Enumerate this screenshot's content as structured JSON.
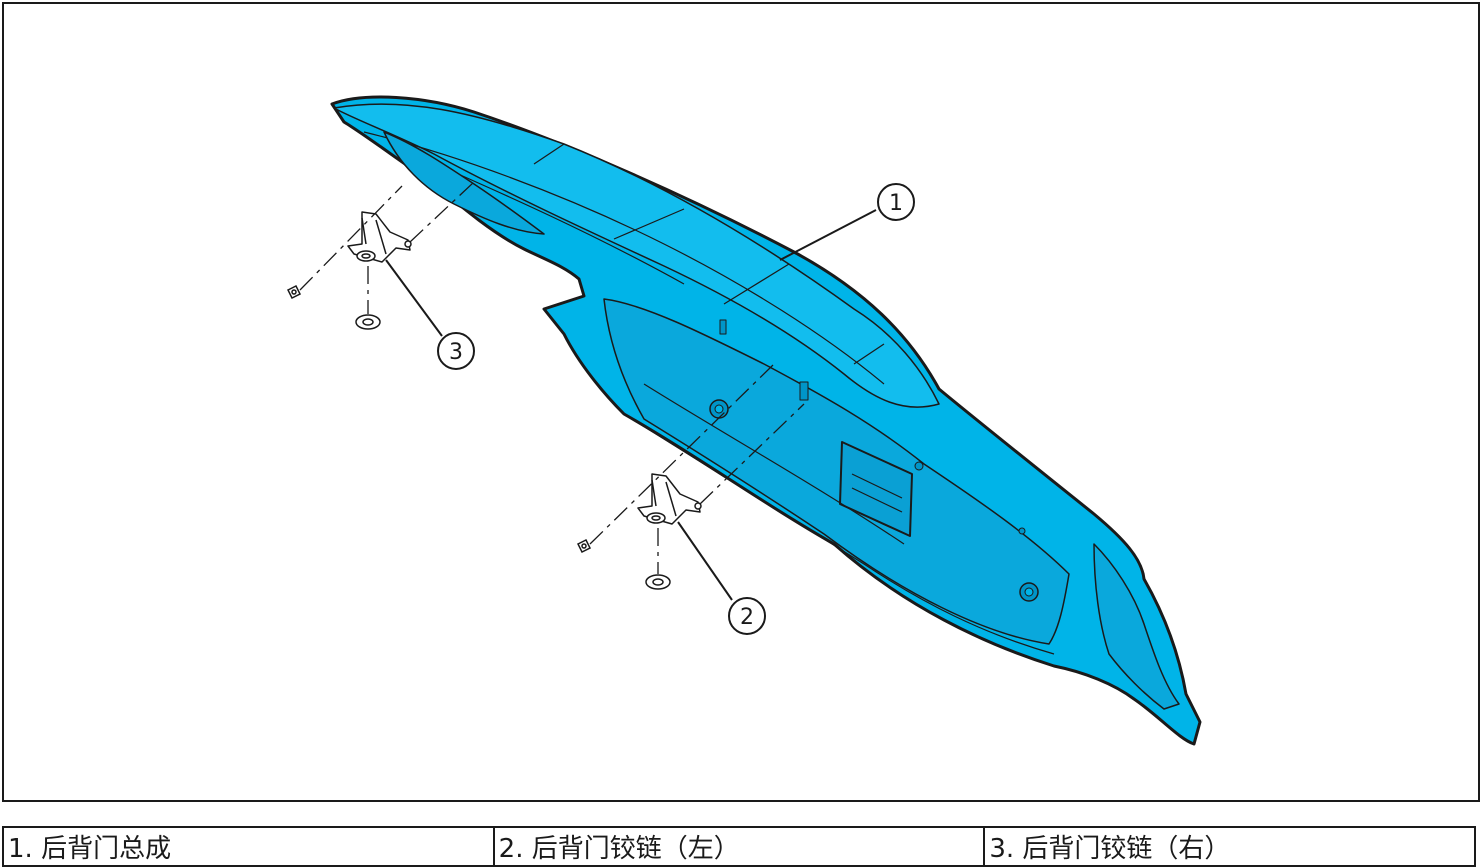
{
  "diagram": {
    "colors": {
      "panel": "#00b4e8",
      "panel_dark": "#0095c8",
      "outline": "#1a1a1a"
    },
    "callouts": [
      {
        "id": "1",
        "label": "1"
      },
      {
        "id": "2",
        "label": "2"
      },
      {
        "id": "3",
        "label": "3"
      }
    ]
  },
  "legend": {
    "items": [
      {
        "text": "1. 后背门总成"
      },
      {
        "text": "2. 后背门铰链（左）"
      },
      {
        "text": "3. 后背门铰链（右）"
      }
    ]
  }
}
